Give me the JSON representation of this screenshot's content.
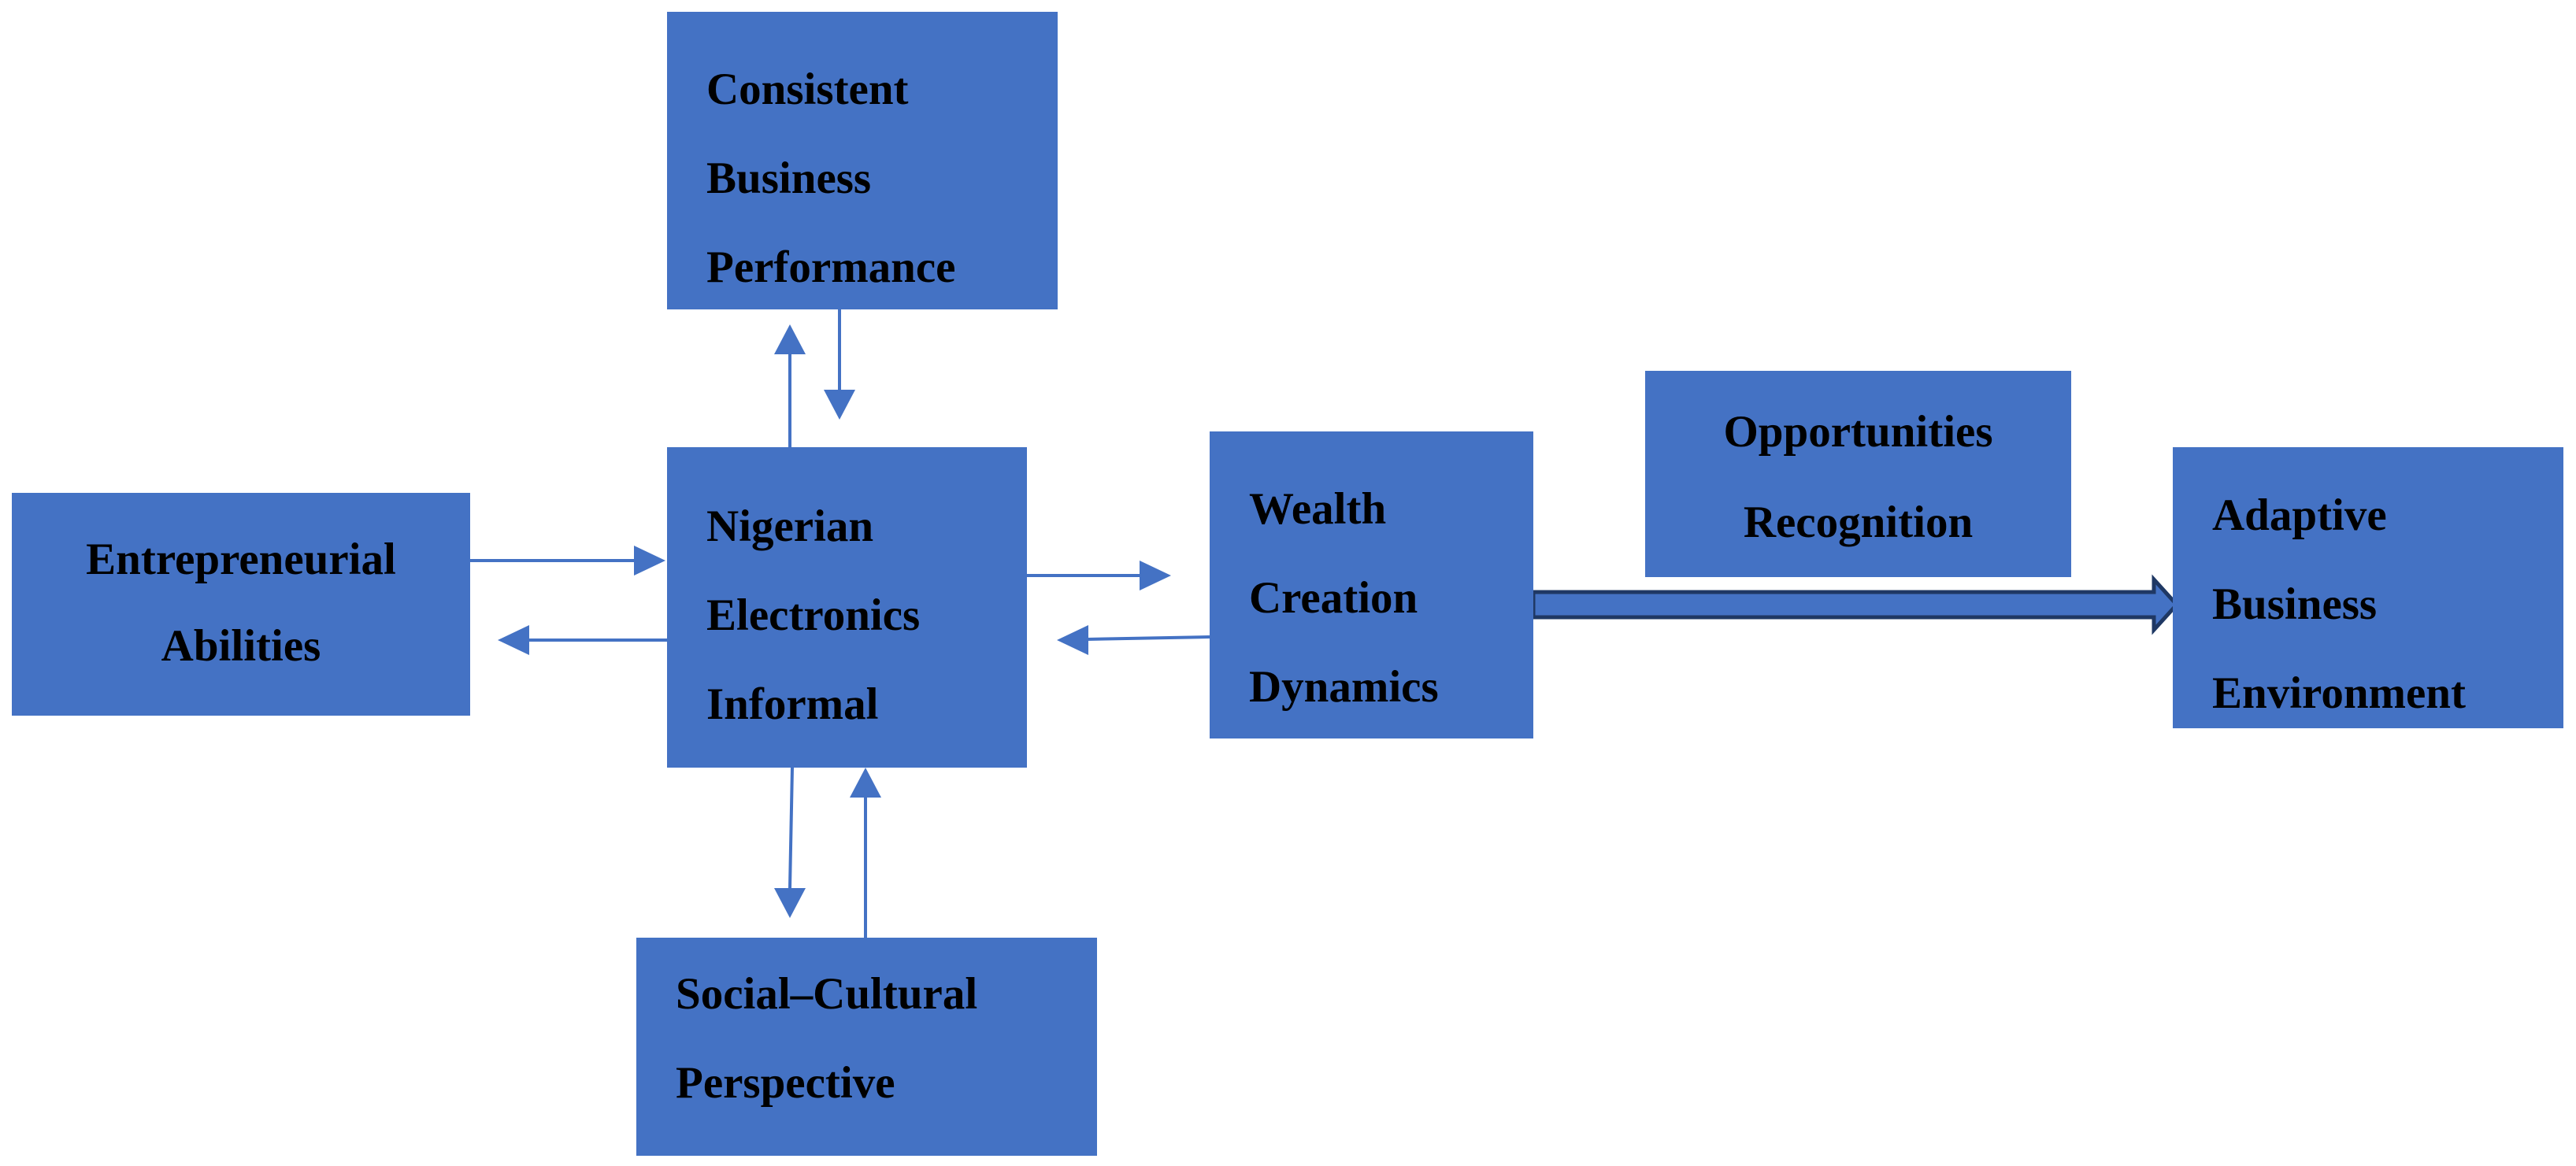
{
  "diagram": {
    "colors": {
      "box_fill": "#4472C4",
      "arrow": "#4472C4",
      "box_text": "#000000",
      "thick_arrow_outline": "#1F3864"
    },
    "nodes": {
      "consistent_business_performance": [
        "Consistent",
        "Business",
        "Performance"
      ],
      "entrepreneurial_abilities": [
        "Entrepreneurial",
        "Abilities"
      ],
      "nigerian_electronics_informal": [
        "Nigerian",
        "Electronics",
        "Informal"
      ],
      "wealth_creation_dynamics": [
        "Wealth",
        "Creation",
        "Dynamics"
      ],
      "opportunities_recognition": [
        "Opportunities",
        "Recognition"
      ],
      "adaptive_business_environment": [
        "Adaptive",
        "Business",
        "Environment"
      ],
      "social_cultural_perspective": [
        "Social–Cultural",
        "Perspective"
      ]
    },
    "edges": [
      {
        "from": "nigerian_electronics_informal",
        "to": "consistent_business_performance"
      },
      {
        "from": "consistent_business_performance",
        "to": "nigerian_electronics_informal"
      },
      {
        "from": "entrepreneurial_abilities",
        "to": "nigerian_electronics_informal"
      },
      {
        "from": "nigerian_electronics_informal",
        "to": "entrepreneurial_abilities"
      },
      {
        "from": "nigerian_electronics_informal",
        "to": "wealth_creation_dynamics"
      },
      {
        "from": "wealth_creation_dynamics",
        "to": "nigerian_electronics_informal"
      },
      {
        "from": "nigerian_electronics_informal",
        "to": "social_cultural_perspective"
      },
      {
        "from": "social_cultural_perspective",
        "to": "nigerian_electronics_informal"
      },
      {
        "from": "wealth_creation_dynamics",
        "to": "adaptive_business_environment",
        "style": "thick"
      }
    ]
  }
}
